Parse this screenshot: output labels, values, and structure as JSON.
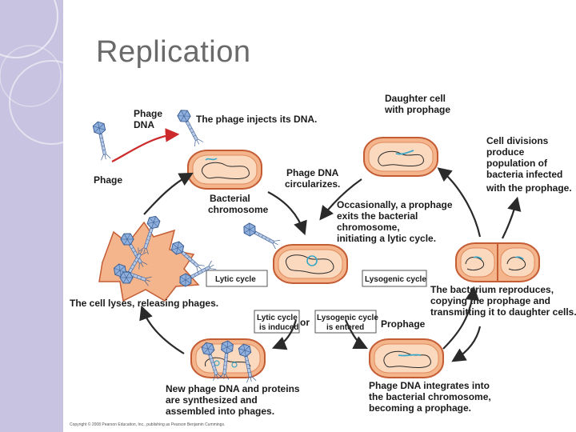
{
  "slide": {
    "title": "Replication"
  },
  "labels": {
    "phage_dna_1": "Phage",
    "phage_dna_2": "DNA",
    "phage": "Phage",
    "injects": "The phage injects its DNA.",
    "bact_chrom_1": "Bacterial",
    "bact_chrom_2": "chromosome",
    "circularizes_1": "Phage DNA",
    "circularizes_2": "circularizes.",
    "occasionally_1": "Occasionally, a prophage",
    "occasionally_2": "exits the bacterial",
    "occasionally_3": "chromosome,",
    "occasionally_4": "initiating a lytic cycle.",
    "daughter_1": "Daughter cell",
    "daughter_2": "with prophage",
    "divisions_1": "Cell divisions",
    "divisions_2": "produce",
    "divisions_3": "population of",
    "divisions_4": "bacteria infected",
    "divisions_5": "with the prophage.",
    "lytic_cycle": "Lytic cycle",
    "lysogenic_cycle": "Lysogenic cycle",
    "lyses": "The cell lyses, releasing phages.",
    "reproduces_1": "The bacterium reproduces,",
    "reproduces_2": "copying the prophage and",
    "reproduces_3": "transmitting it to daughter cells.",
    "lytic_induced_1": "Lytic cycle",
    "lytic_induced_2": "is induced",
    "or": "or",
    "lyso_entered_1": "Lysogenic cycle",
    "lyso_entered_2": "is entered",
    "prophage": "Prophage",
    "new_dna_1": "New phage DNA and proteins",
    "new_dna_2": "are synthesized and",
    "new_dna_3": "assembled into phages.",
    "integrates_1": "Phage DNA integrates into",
    "integrates_2": "the bacterial chromosome,",
    "integrates_3": "becoming a prophage.",
    "copyright": "Copyright © 2008 Pearson Education, Inc., publishing as Pearson Benjamin Cummings."
  },
  "colors": {
    "sidebar": "#c8c3e0",
    "cell_fill": "#f2b48a",
    "cell_edge": "#c8603a",
    "phage_dna": "#3aa6c8",
    "red_arrow": "#cc2a2a",
    "phage_blue": "#6e95c8"
  }
}
